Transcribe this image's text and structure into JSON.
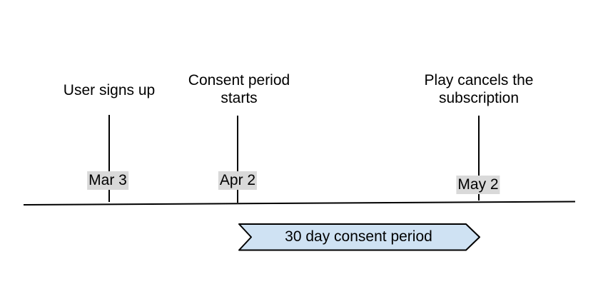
{
  "timeline": {
    "events": [
      {
        "label": "User signs up",
        "date": "Mar 3"
      },
      {
        "label": "Consent period\nstarts",
        "date": "Apr 2"
      },
      {
        "label": "Play cancels the\nsubscription",
        "date": "May 2"
      }
    ],
    "period": {
      "label": "30 day consent period"
    },
    "colors": {
      "arrow_fill": "#cfe2f3",
      "badge_bg": "#d9d9d9",
      "line_color": "#000000",
      "text_color": "#000000",
      "bg": "#ffffff"
    }
  }
}
